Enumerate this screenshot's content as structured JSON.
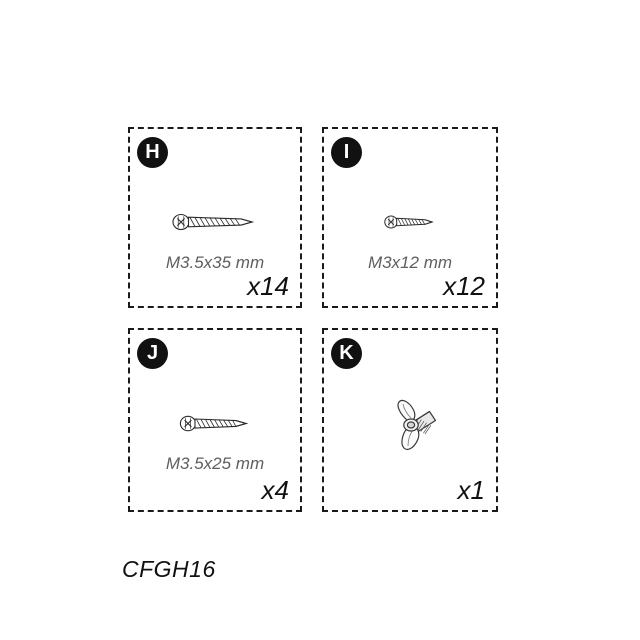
{
  "sheet": {
    "code": "CFGH16",
    "background_color": "#ffffff",
    "border_color": "#1a1a1a",
    "badge_color": "#111111",
    "dimension_text_color": "#5f5f5f"
  },
  "panels": [
    {
      "letter": "H",
      "part_icon": "screw-icon",
      "part_type": "countersunk-phillips-screw",
      "dimension": "M3.5x35 mm",
      "quantity": "x14"
    },
    {
      "letter": "I",
      "part_icon": "screw-icon",
      "part_type": "countersunk-phillips-screw",
      "dimension": "M3x12 mm",
      "quantity": "x12"
    },
    {
      "letter": "J",
      "part_icon": "screw-icon",
      "part_type": "countersunk-phillips-screw",
      "dimension": "M3.5x25 mm",
      "quantity": "x4"
    },
    {
      "letter": "K",
      "part_icon": "wing-bolt-icon",
      "part_type": "wing-bolt",
      "dimension": "",
      "quantity": "x1"
    }
  ]
}
